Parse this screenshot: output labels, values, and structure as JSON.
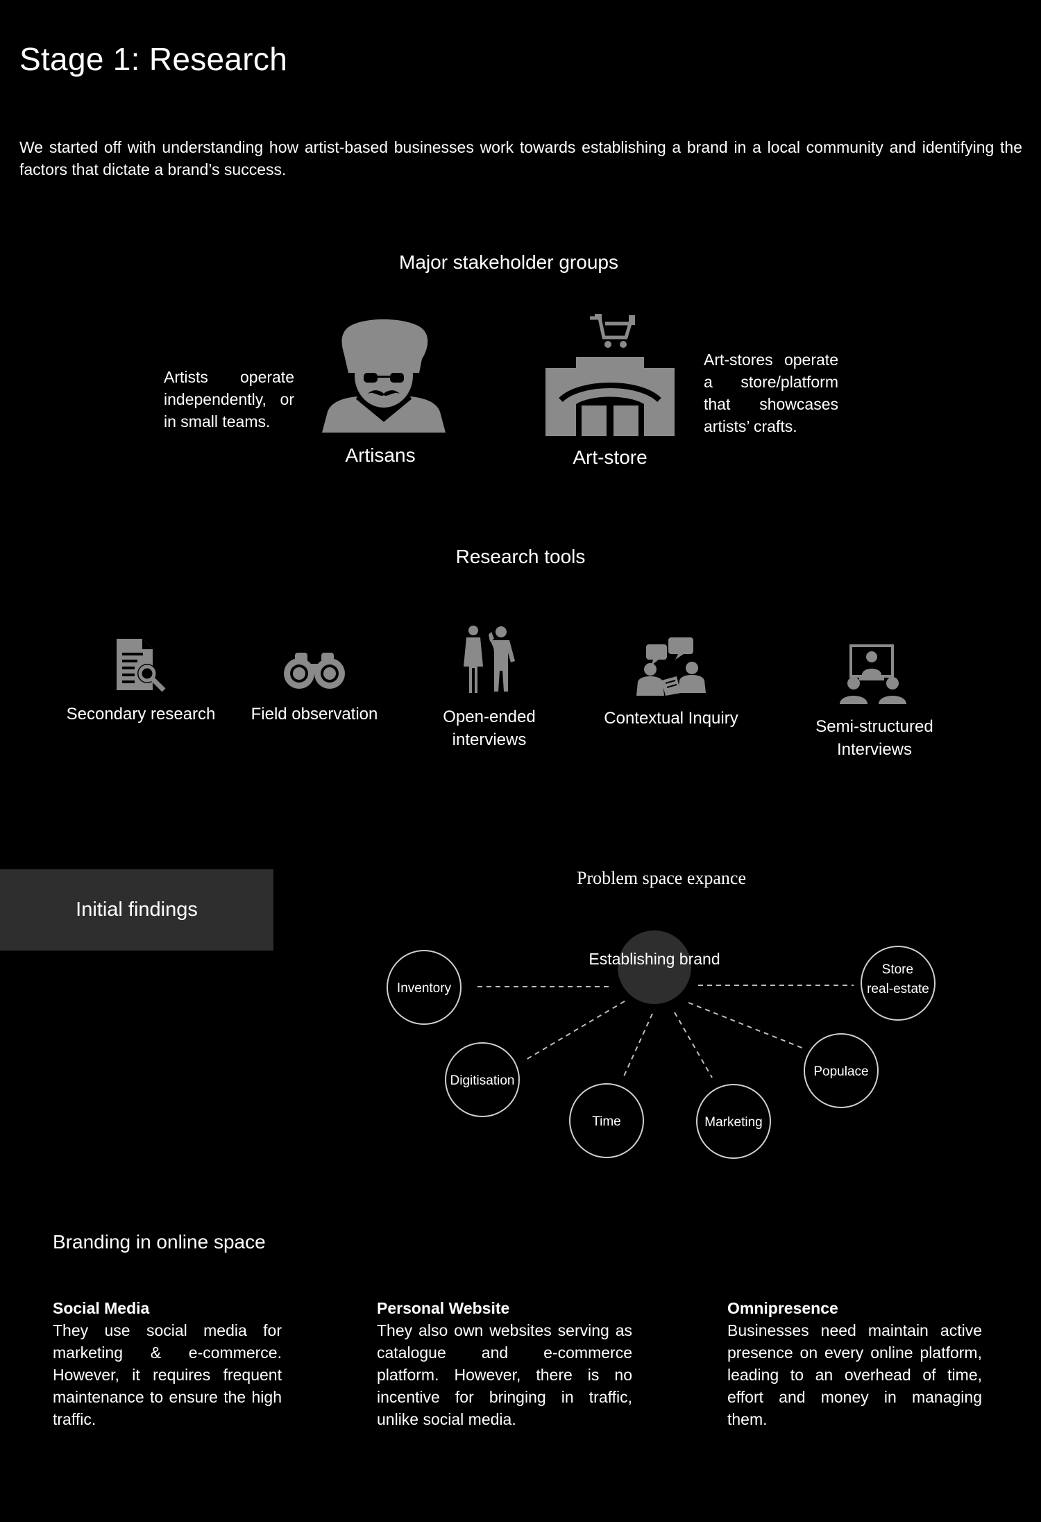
{
  "page": {
    "title": "Stage 1: Research",
    "intro": "We started off with understanding how artist-based businesses work towards establishing a brand in a local community and identifying the factors that dictate a brand’s success."
  },
  "stakeholders": {
    "heading": "Major stakeholder groups",
    "artisans": {
      "label": "Artisans",
      "description": "Artists operate independently, or in small teams.",
      "icon": "artist-icon"
    },
    "artstore": {
      "label": "Art-store",
      "description": "Art-stores operate a store/platform that showcases artists’ crafts.",
      "icon": "store-icon"
    }
  },
  "research_tools": {
    "heading": "Research tools",
    "items": [
      {
        "label": "Secondary research",
        "icon": "document-search-icon"
      },
      {
        "label": "Field observation",
        "icon": "binoculars-icon"
      },
      {
        "label": "Open-ended interviews",
        "icon": "interview-icon"
      },
      {
        "label": "Contextual Inquiry",
        "icon": "conversation-icon"
      },
      {
        "label": "Semi-structured Interviews",
        "icon": "video-meeting-icon"
      }
    ]
  },
  "findings": {
    "label": "Initial findings",
    "diagram_title": "Problem space expance",
    "center": "Establishing brand",
    "nodes": [
      "Inventory",
      "Digitisation",
      "Time",
      "Marketing",
      "Populace",
      "Store real-estate"
    ],
    "center_color": "#2e2e2e"
  },
  "branding": {
    "heading": "Branding in online space",
    "columns": [
      {
        "title": "Social Media",
        "body": "They use social media for marketing & e-commerce. However, it requires frequent maintenance to ensure the high traffic."
      },
      {
        "title": "Personal Website",
        "body": "They also own websites serving as catalogue and e-commerce platform. However, there is no incentive for bringing in traffic, unlike social media."
      },
      {
        "title": "Omnipresence",
        "body": "Businesses need maintain active presence on every online platform, leading to an overhead of time, effort and money in managing them."
      }
    ]
  },
  "colors": {
    "background": "#000000",
    "text": "#ffffff",
    "icon_gray": "#8a8a8a",
    "panel_gray": "#2e2e2e"
  }
}
